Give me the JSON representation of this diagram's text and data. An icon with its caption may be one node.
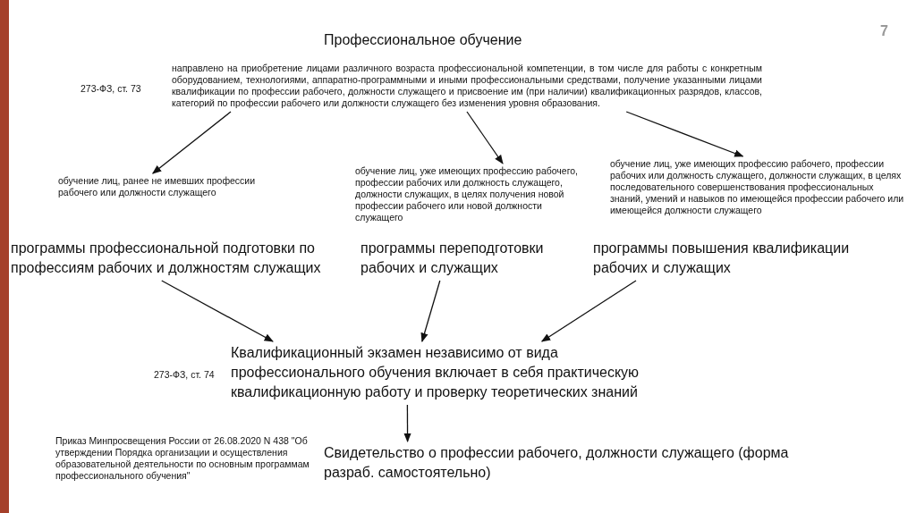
{
  "diagram": {
    "title": "Профессиональное обучение",
    "nodes": [
      {
        "text": [
          "направлено на приобретение лицами различного возраста профессиональной компетенции, в том числе для работы с конкретным оборудованием, технологиями, аппаратно-программными и иными профессиональными средствами, получение указанными лицами квалификации по профессии рабочего, должности служащего и присвоение им (при наличии) квалификационных разрядов, классов, категорий по профессии рабочего или должности служащего без изменения уровня образования."
        ],
        "beside": [
          "273-ФЗ, ст. 73"
        ]
      },
      {
        "text": [
          "обучение лиц, ранее не имевших профессии рабочего или должности служащего"
        ]
      },
      {
        "text": [
          "обучение лиц, уже имеющих профессию рабочего, профессии рабочих или должность служащего, должности служащих, в целях получения новой профессии рабочего или новой должности служащего"
        ]
      },
      {
        "text": [
          "обучение лиц, уже имеющих профессию рабочего, профессии рабочих или должность служащего, должности служащих, в целях последовательного совершенствования профессиональных знаний, умений и навыков по имеющейся профессии рабочего или имеющейся должности служащего"
        ]
      },
      {
        "text": [
          "программы профессиональной подготовки по профессиям рабочих и должностям служащих"
        ]
      },
      {
        "text": [
          "программы переподготовки рабочих и служащих"
        ]
      },
      {
        "text": [
          "программы повышения квалификации рабочих и служащих"
        ]
      },
      {
        "text": [
          "Квалификационный экзамен независимо от вида профессионального обучения включает в себя практическую квалификационную работу и проверку теоретических знаний"
        ],
        "beside": [
          "273-ФЗ, ст. 74"
        ]
      },
      {
        "text": [
          "Свидетельство о профессии рабочего, должности служащего (форма разраб. самостоятельно)"
        ]
      }
    ],
    "edges": [
      {
        "from": 0,
        "to": 1,
        "arrow": "to"
      },
      {
        "from": 0,
        "to": 2,
        "arrow": "to"
      },
      {
        "from": 0,
        "to": 3,
        "arrow": "to"
      },
      {
        "from": 4,
        "to": 7,
        "arrow": "to"
      },
      {
        "from": 5,
        "to": 7,
        "arrow": "to"
      },
      {
        "from": 6,
        "to": 7,
        "arrow": "to"
      },
      {
        "from": 7,
        "to": 8,
        "arrow": "to"
      }
    ],
    "labels": [
      "7",
      "Приказ Минпросвещения России от 26.08.2020 N 438 \"Об утверждении Порядка организации и осуществления образовательной деятельности по основным программам профессионального обучения\""
    ]
  }
}
